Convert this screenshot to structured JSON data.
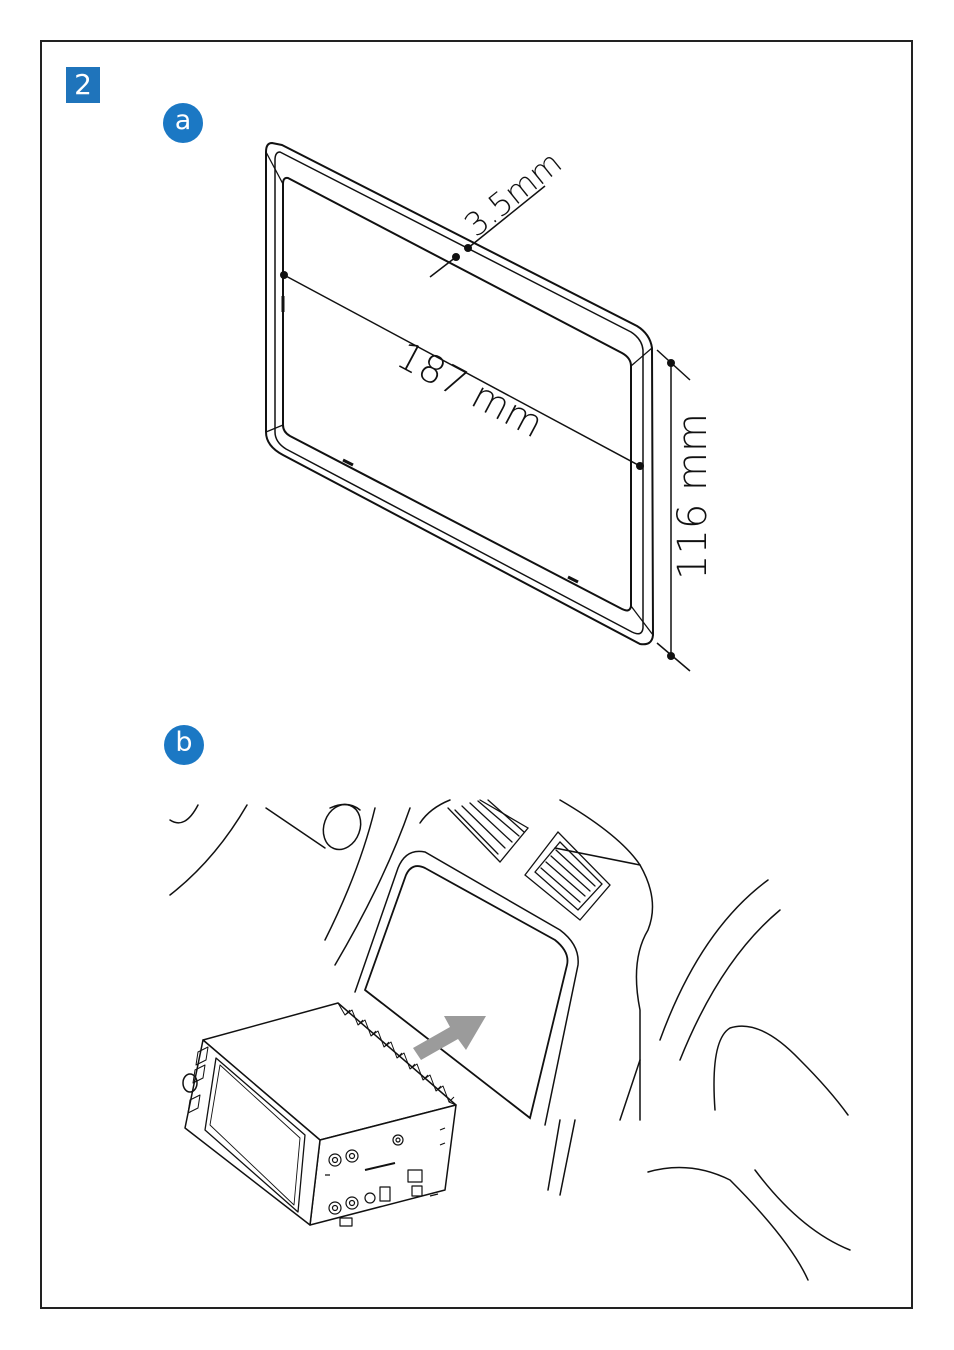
{
  "step": {
    "number": "2"
  },
  "panels": [
    {
      "label": "a"
    },
    {
      "label": "b"
    }
  ],
  "dimensions": {
    "thickness": "3.5mm",
    "width": "187 mm",
    "height": "116 mm"
  },
  "icons": [
    "trim-frame-drawing",
    "dashboard-drawing",
    "car-stereo-unit-drawing",
    "insert-arrow-icon"
  ],
  "colors": {
    "badge": "#1b78c4",
    "line": "#111111",
    "arrow": "#9b9b9b"
  }
}
